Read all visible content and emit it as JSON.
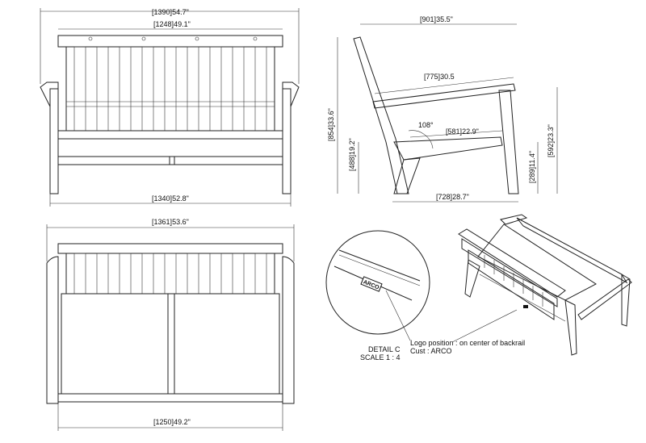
{
  "drawing": {
    "front_view": {
      "overall_width": "1390",
      "overall_width_in": "54.7\"",
      "back_width": "1248",
      "back_width_in": "49.1\"",
      "leg_width": "1340",
      "leg_width_in": "52.8\""
    },
    "side_view": {
      "depth": "901",
      "depth_in": "35.5\"",
      "arm_length": "775",
      "arm_length_in": "30.5",
      "seat_depth": "581",
      "seat_depth_in": "22.9\"",
      "angle": "108°",
      "height": "854",
      "height_in": "33.6\"",
      "seat_height": "488",
      "seat_height_in": "19.2\"",
      "arm_height": "592",
      "arm_height_in": "23.3\"",
      "rail_height": "289",
      "rail_height_in": "11.4\"",
      "base_depth": "728",
      "base_depth_in": "28.7\""
    },
    "top_view": {
      "top_width": "1361",
      "top_width_in": "53.6\"",
      "seat_width": "1250",
      "seat_width_in": "49.2\""
    },
    "detail": {
      "title": "DETAIL C",
      "scale": "SCALE 1 : 4",
      "logo_position": "Logo position : on center of backrail",
      "customer": "Cust : ARCO",
      "logo_text": "ARCO"
    }
  }
}
